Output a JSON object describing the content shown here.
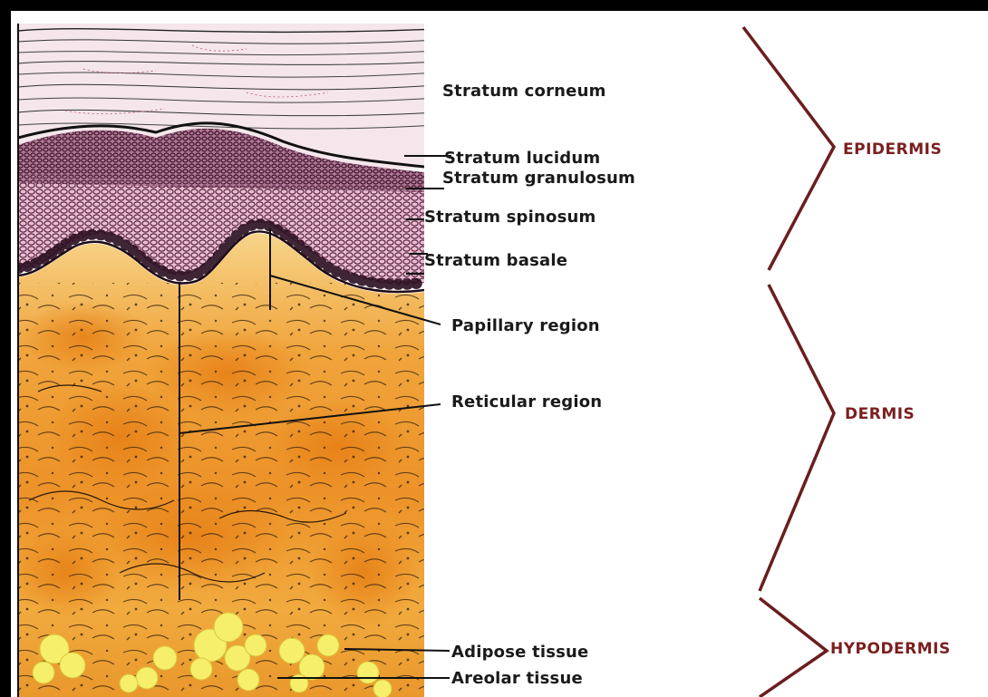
{
  "layer_labels": {
    "stratum_corneum": "Stratum corneum",
    "stratum_lucidum": "Stratum lucidum",
    "stratum_granulosum": "Stratum granulosum",
    "stratum_spinosum": "Stratum spinosum",
    "stratum_basale": "Stratum basale",
    "papillary_region": "Papillary region",
    "reticular_region": "Reticular region",
    "adipose_tissue": "Adipose tissue",
    "areolar_tissue": "Areolar tissue"
  },
  "region_labels": {
    "epidermis": "EPIDERMIS",
    "dermis": "DERMIS",
    "hypodermis": "HYPODERMIS"
  },
  "colors": {
    "corneum": "#f3e4e8",
    "epidermis_cells": "#6e3a55",
    "dermis_light": "#f6c15a",
    "dermis_dark": "#e98a1e",
    "adipose": "#f4ef6a",
    "bracket": "#6b1d1d",
    "label_text": "#1a1a1a",
    "region_text": "#7a1f1f"
  }
}
